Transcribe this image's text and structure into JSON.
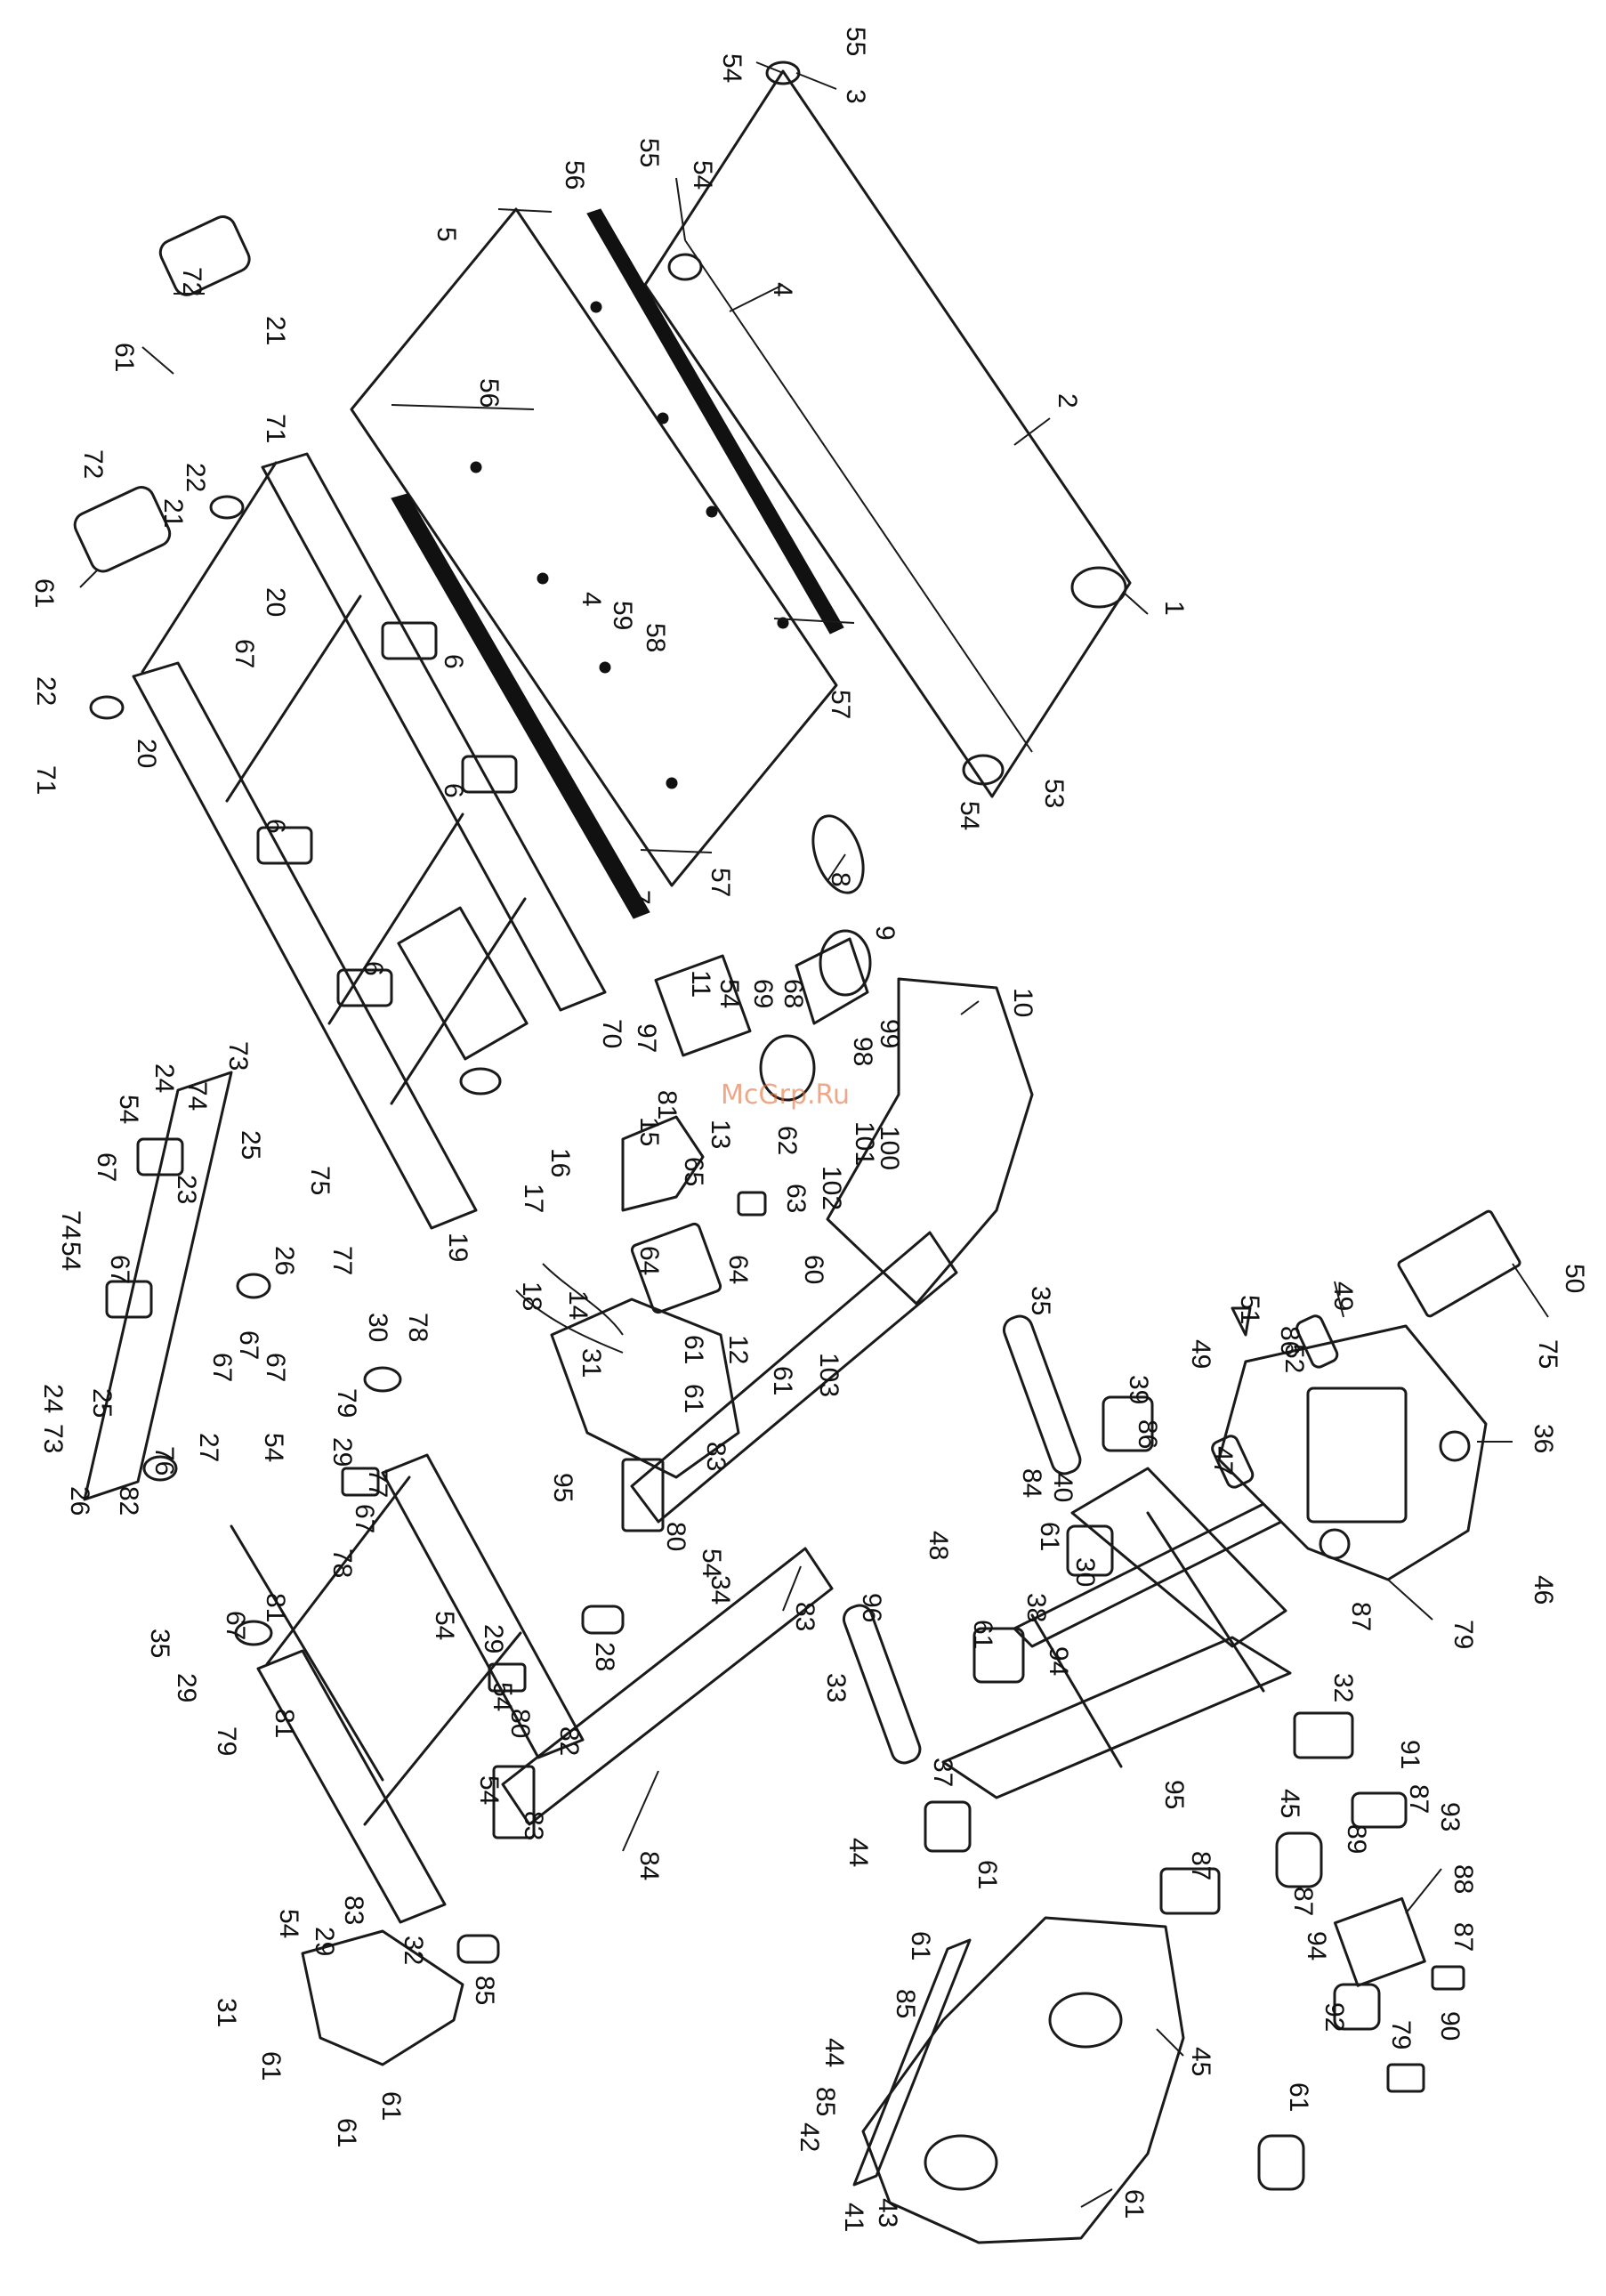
{
  "watermark": "McGrp.Ru",
  "labels": [
    {
      "id": "c1",
      "text": "55"
    },
    {
      "id": "c2",
      "text": "54"
    },
    {
      "id": "c3",
      "text": "3"
    },
    {
      "id": "c4",
      "text": "55"
    },
    {
      "id": "c5",
      "text": "54"
    },
    {
      "id": "c6",
      "text": "56"
    },
    {
      "id": "c7",
      "text": "5"
    },
    {
      "id": "c8",
      "text": "4"
    },
    {
      "id": "c9",
      "text": "2"
    },
    {
      "id": "c10",
      "text": "56"
    },
    {
      "id": "c11",
      "text": "72"
    },
    {
      "id": "c12",
      "text": "21"
    },
    {
      "id": "c13",
      "text": "61"
    },
    {
      "id": "c14",
      "text": "22"
    },
    {
      "id": "c15",
      "text": "72"
    },
    {
      "id": "c16",
      "text": "21"
    },
    {
      "id": "c17",
      "text": "71"
    },
    {
      "id": "c18",
      "text": "61"
    },
    {
      "id": "c19",
      "text": "20"
    },
    {
      "id": "c20",
      "text": "67"
    },
    {
      "id": "c21",
      "text": "22"
    },
    {
      "id": "c22",
      "text": "71"
    },
    {
      "id": "c23",
      "text": "20"
    },
    {
      "id": "c24",
      "text": "6"
    },
    {
      "id": "c25",
      "text": "4"
    },
    {
      "id": "c26",
      "text": "59"
    },
    {
      "id": "c27",
      "text": "58"
    },
    {
      "id": "c28",
      "text": "1"
    },
    {
      "id": "c29",
      "text": "57"
    },
    {
      "id": "c30",
      "text": "6"
    },
    {
      "id": "c31",
      "text": "6"
    },
    {
      "id": "c32",
      "text": "53"
    },
    {
      "id": "c33",
      "text": "54"
    },
    {
      "id": "c34",
      "text": "7"
    },
    {
      "id": "c35",
      "text": "57"
    },
    {
      "id": "c36",
      "text": "8"
    },
    {
      "id": "c37",
      "text": "6"
    },
    {
      "id": "c38",
      "text": "9"
    },
    {
      "id": "c39",
      "text": "10"
    },
    {
      "id": "c40",
      "text": "70"
    },
    {
      "id": "c41",
      "text": "97"
    },
    {
      "id": "c42",
      "text": "11"
    },
    {
      "id": "c43",
      "text": "54"
    },
    {
      "id": "c44",
      "text": "69"
    },
    {
      "id": "c45",
      "text": "68"
    },
    {
      "id": "c46",
      "text": "99"
    },
    {
      "id": "c47",
      "text": "98"
    },
    {
      "id": "c48",
      "text": "81"
    },
    {
      "id": "c49",
      "text": "15"
    },
    {
      "id": "c50",
      "text": "13"
    },
    {
      "id": "c51",
      "text": "65"
    },
    {
      "id": "c52",
      "text": "62"
    },
    {
      "id": "c53",
      "text": "102"
    },
    {
      "id": "c54",
      "text": "101"
    },
    {
      "id": "c55",
      "text": "100"
    },
    {
      "id": "c56",
      "text": "73"
    },
    {
      "id": "c57",
      "text": "24"
    },
    {
      "id": "c58",
      "text": "74"
    },
    {
      "id": "c59",
      "text": "54"
    },
    {
      "id": "c60",
      "text": "25"
    },
    {
      "id": "c61",
      "text": "75"
    },
    {
      "id": "c62",
      "text": "67"
    },
    {
      "id": "c63",
      "text": "23"
    },
    {
      "id": "c64",
      "text": "19"
    },
    {
      "id": "c65",
      "text": "16"
    },
    {
      "id": "c66",
      "text": "17"
    },
    {
      "id": "c67",
      "text": "63"
    },
    {
      "id": "c68",
      "text": "64"
    },
    {
      "id": "c69",
      "text": "64"
    },
    {
      "id": "c70",
      "text": "18"
    },
    {
      "id": "c71",
      "text": "14"
    },
    {
      "id": "c72",
      "text": "60"
    },
    {
      "id": "c73",
      "text": "74"
    },
    {
      "id": "c74",
      "text": "54"
    },
    {
      "id": "c75",
      "text": "67"
    },
    {
      "id": "c76",
      "text": "26"
    },
    {
      "id": "c77",
      "text": "77"
    },
    {
      "id": "c78",
      "text": "30"
    },
    {
      "id": "c79",
      "text": "78"
    },
    {
      "id": "c80",
      "text": "12"
    },
    {
      "id": "c81",
      "text": "103"
    },
    {
      "id": "c82",
      "text": "24"
    },
    {
      "id": "c83",
      "text": "73"
    },
    {
      "id": "c84",
      "text": "25"
    },
    {
      "id": "c85",
      "text": "67"
    },
    {
      "id": "c86",
      "text": "67"
    },
    {
      "id": "c87",
      "text": "67"
    },
    {
      "id": "c88",
      "text": "79"
    },
    {
      "id": "c89",
      "text": "31"
    },
    {
      "id": "c90",
      "text": "61"
    },
    {
      "id": "c91",
      "text": "61"
    },
    {
      "id": "c92",
      "text": "61"
    },
    {
      "id": "c93",
      "text": "35"
    },
    {
      "id": "c94",
      "text": "49"
    },
    {
      "id": "c95",
      "text": "51"
    },
    {
      "id": "c96",
      "text": "86"
    },
    {
      "id": "c97",
      "text": "50"
    },
    {
      "id": "c98",
      "text": "75"
    },
    {
      "id": "c99",
      "text": "26"
    },
    {
      "id": "c100",
      "text": "76"
    },
    {
      "id": "c101",
      "text": "27"
    },
    {
      "id": "c102",
      "text": "54"
    },
    {
      "id": "c103",
      "text": "29"
    },
    {
      "id": "c104",
      "text": "77"
    },
    {
      "id": "c105",
      "text": "82"
    },
    {
      "id": "c106",
      "text": "83"
    },
    {
      "id": "c107",
      "text": "95"
    },
    {
      "id": "c108",
      "text": "39"
    },
    {
      "id": "c109",
      "text": "86"
    },
    {
      "id": "c110",
      "text": "52"
    },
    {
      "id": "c111",
      "text": "49"
    },
    {
      "id": "c112",
      "text": "47"
    },
    {
      "id": "c113",
      "text": "36"
    },
    {
      "id": "c114",
      "text": "84"
    },
    {
      "id": "c115",
      "text": "40"
    },
    {
      "id": "c116",
      "text": "61"
    },
    {
      "id": "c117",
      "text": "30"
    },
    {
      "id": "c118",
      "text": "67"
    },
    {
      "id": "c119",
      "text": "78"
    },
    {
      "id": "c120",
      "text": "67"
    },
    {
      "id": "c121",
      "text": "81"
    },
    {
      "id": "c122",
      "text": "80"
    },
    {
      "id": "c123",
      "text": "54"
    },
    {
      "id": "c124",
      "text": "34"
    },
    {
      "id": "c125",
      "text": "83"
    },
    {
      "id": "c126",
      "text": "48"
    },
    {
      "id": "c127",
      "text": "46"
    },
    {
      "id": "c128",
      "text": "79"
    },
    {
      "id": "c129",
      "text": "54"
    },
    {
      "id": "c130",
      "text": "29"
    },
    {
      "id": "c131",
      "text": "54"
    },
    {
      "id": "c132",
      "text": "29"
    },
    {
      "id": "c133",
      "text": "79"
    },
    {
      "id": "c134",
      "text": "35"
    },
    {
      "id": "c135",
      "text": "96"
    },
    {
      "id": "c136",
      "text": "61"
    },
    {
      "id": "c137",
      "text": "38"
    },
    {
      "id": "c138",
      "text": "94"
    },
    {
      "id": "c139",
      "text": "87"
    },
    {
      "id": "c140",
      "text": "32"
    },
    {
      "id": "c141",
      "text": "28"
    },
    {
      "id": "c142",
      "text": "81"
    },
    {
      "id": "c143",
      "text": "80"
    },
    {
      "id": "c144",
      "text": "82"
    },
    {
      "id": "c145",
      "text": "54"
    },
    {
      "id": "c146",
      "text": "83"
    },
    {
      "id": "c147",
      "text": "33"
    },
    {
      "id": "c148",
      "text": "84"
    },
    {
      "id": "c149",
      "text": "37"
    },
    {
      "id": "c150",
      "text": "44"
    },
    {
      "id": "c151",
      "text": "61"
    },
    {
      "id": "c152",
      "text": "95"
    },
    {
      "id": "c153",
      "text": "45"
    },
    {
      "id": "c154",
      "text": "91"
    },
    {
      "id": "c155",
      "text": "87"
    },
    {
      "id": "c156",
      "text": "93"
    },
    {
      "id": "c157",
      "text": "89"
    },
    {
      "id": "c158",
      "text": "88"
    },
    {
      "id": "c159",
      "text": "87"
    },
    {
      "id": "c160",
      "text": "87"
    },
    {
      "id": "c161",
      "text": "94"
    },
    {
      "id": "c162",
      "text": "87"
    },
    {
      "id": "c163",
      "text": "90"
    },
    {
      "id": "c164",
      "text": "92"
    },
    {
      "id": "c165",
      "text": "79"
    },
    {
      "id": "c166",
      "text": "54"
    },
    {
      "id": "c167",
      "text": "29"
    },
    {
      "id": "c168",
      "text": "83"
    },
    {
      "id": "c169",
      "text": "32"
    },
    {
      "id": "c170",
      "text": "85"
    },
    {
      "id": "c171",
      "text": "61"
    },
    {
      "id": "c172",
      "text": "85"
    },
    {
      "id": "c173",
      "text": "44"
    },
    {
      "id": "c174",
      "text": "85"
    },
    {
      "id": "c175",
      "text": "42"
    },
    {
      "id": "c176",
      "text": "45"
    },
    {
      "id": "c177",
      "text": "61"
    },
    {
      "id": "c178",
      "text": "31"
    },
    {
      "id": "c179",
      "text": "61"
    },
    {
      "id": "c180",
      "text": "61"
    },
    {
      "id": "c181",
      "text": "61"
    },
    {
      "id": "c182",
      "text": "41"
    },
    {
      "id": "c183",
      "text": "43"
    },
    {
      "id": "c184",
      "text": "61"
    }
  ]
}
